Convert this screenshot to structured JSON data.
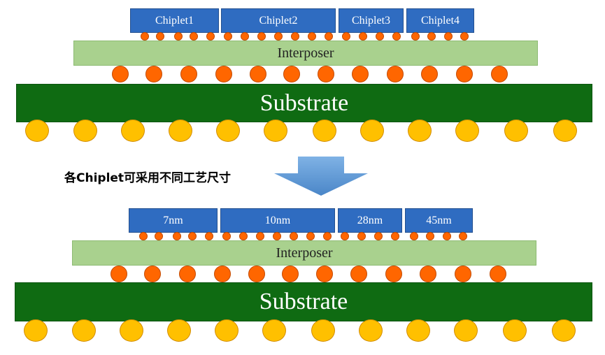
{
  "top_package": {
    "chiplets": [
      "Chiplet1",
      "Chiplet2",
      "Chiplet3",
      "Chiplet4"
    ],
    "interposer_label": "Interposer",
    "substrate_label": "Substrate"
  },
  "transition": {
    "caption": "各Chiplet可采用不同工艺尺寸",
    "arrow_icon": "down-arrow-icon"
  },
  "bottom_package": {
    "chiplets": [
      "7nm",
      "10nm",
      "28nm",
      "45nm"
    ],
    "interposer_label": "Interposer",
    "substrate_label": "Substrate"
  },
  "colors": {
    "chiplet": "#2f6cc1",
    "interposer": "#a9d18e",
    "substrate": "#0f6b12",
    "micro_bump": "#ff6600",
    "c4_bump": "#ff6600",
    "bga_ball": "#ffc000",
    "arrow": "#5b9bd5"
  }
}
